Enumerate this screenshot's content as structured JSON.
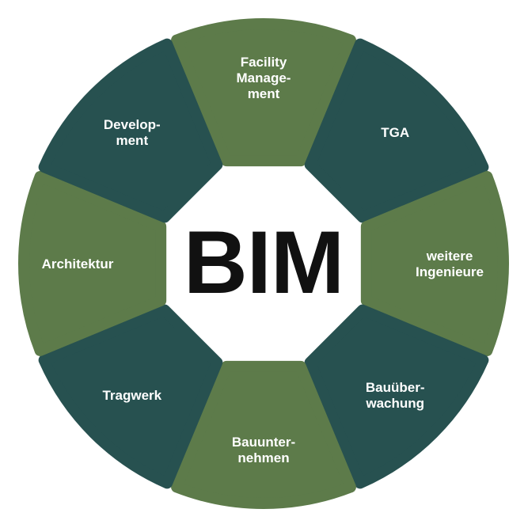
{
  "center_label": "BIM",
  "colors": {
    "green": "#5d7b4a",
    "teal": "#275150",
    "background": "#ffffff",
    "center_text": "#111111",
    "segment_text": "#ffffff"
  },
  "segments": [
    {
      "lines": [
        "Facility",
        "Manage-",
        "ment"
      ],
      "color": "green"
    },
    {
      "lines": [
        "TGA"
      ],
      "color": "teal"
    },
    {
      "lines": [
        "weitere",
        "Ingenieure"
      ],
      "color": "green"
    },
    {
      "lines": [
        "Bauüber-",
        "wachung"
      ],
      "color": "teal"
    },
    {
      "lines": [
        "Bauunter-",
        "nehmen"
      ],
      "color": "green"
    },
    {
      "lines": [
        "Tragwerk"
      ],
      "color": "teal"
    },
    {
      "lines": [
        "Architektur"
      ],
      "color": "green"
    },
    {
      "lines": [
        "Develop-",
        "ment"
      ],
      "color": "teal"
    }
  ]
}
